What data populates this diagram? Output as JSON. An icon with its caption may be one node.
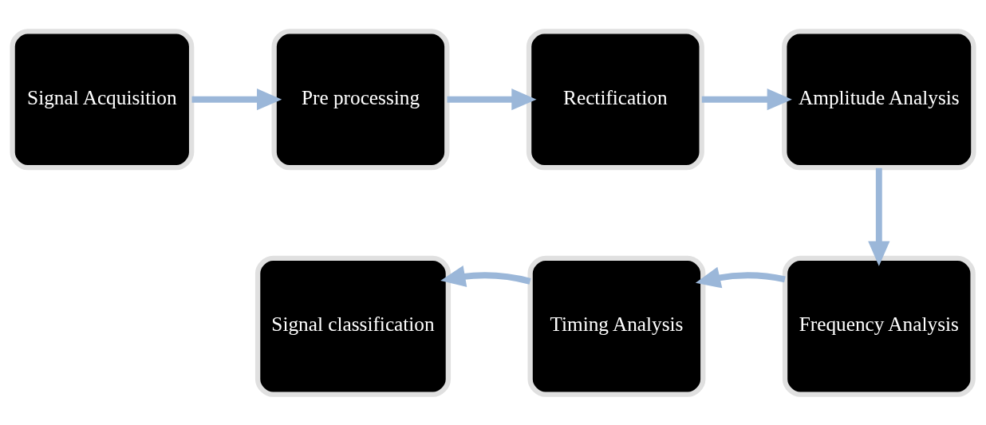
{
  "diagram": {
    "nodes": [
      {
        "text": [
          "Signal Acquisition"
        ]
      },
      {
        "text": [
          "Pre processing"
        ]
      },
      {
        "text": [
          "Rectification"
        ]
      },
      {
        "text": [
          "Amplitude Analysis"
        ]
      },
      {
        "text": [
          "Frequency Analysis"
        ]
      },
      {
        "text": [
          "Timing Analysis"
        ]
      },
      {
        "text": [
          "Signal classification"
        ]
      }
    ],
    "edges": [
      {
        "from": 0,
        "to": 1,
        "arrow": "to"
      },
      {
        "from": 1,
        "to": 2,
        "arrow": "to"
      },
      {
        "from": 2,
        "to": 3,
        "arrow": "to"
      },
      {
        "from": 3,
        "to": 4,
        "arrow": "to"
      },
      {
        "from": 4,
        "to": 5,
        "arrow": "to"
      },
      {
        "from": 5,
        "to": 6,
        "arrow": "to"
      }
    ]
  }
}
